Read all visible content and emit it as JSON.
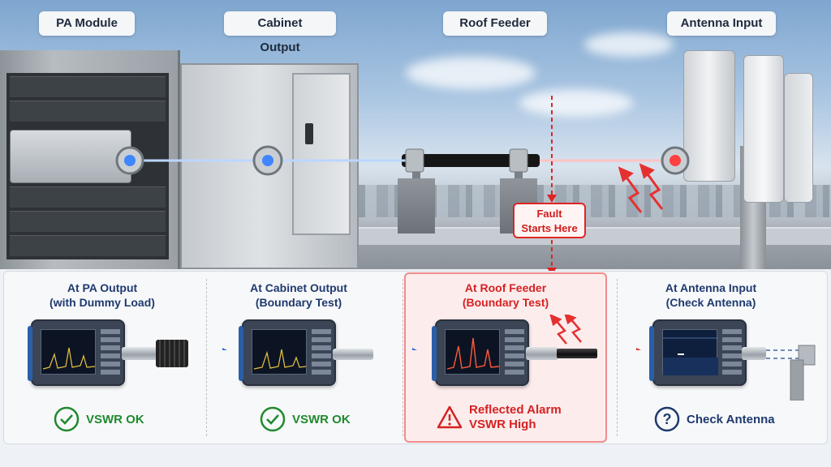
{
  "stages": [
    {
      "label": "PA Module"
    },
    {
      "label": "Cabinet Output"
    },
    {
      "label": "Roof Feeder"
    },
    {
      "label": "Antenna Input"
    }
  ],
  "fault": {
    "line1": "Fault",
    "line2": "Starts Here"
  },
  "steps": [
    {
      "title1": "At PA Output",
      "title2": "(with Dummy Load)",
      "status": "VSWR OK",
      "status_kind": "ok"
    },
    {
      "title1": "At Cabinet Output",
      "title2": "(Boundary Test)",
      "status": "VSWR OK",
      "status_kind": "ok"
    },
    {
      "title1": "At Roof Feeder",
      "title2": "(Boundary Test)",
      "status1": "Reflected Alarm",
      "status2": "VSWR High",
      "status_kind": "alarm"
    },
    {
      "title1": "At Antenna Input",
      "title2": "(Check Antenna)",
      "status": "Check Antenna",
      "status_kind": "check"
    }
  ],
  "colors": {
    "ok": "#1f8a2e",
    "alarm": "#d62222",
    "signal_forward": "#2f6fe0",
    "signal_reflected": "#e53030",
    "title": "#1f3a6e"
  },
  "icons": [
    "check-circle-icon",
    "warning-triangle-icon",
    "question-circle-icon",
    "arrow-right-icon",
    "reflection-arrows-icon"
  ]
}
